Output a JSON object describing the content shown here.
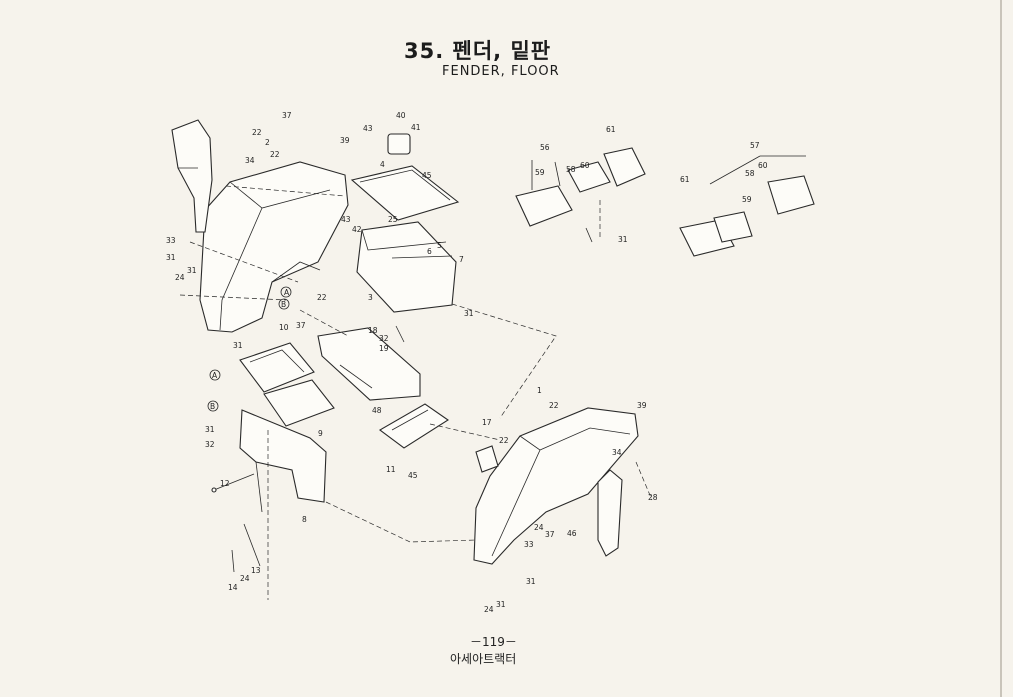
{
  "header": {
    "title_ko": "35. 펜더, 밑판",
    "title_en": "FENDER, FLOOR"
  },
  "footer": {
    "page_number": "－119－",
    "book_name": "아세아트랙터"
  },
  "callouts": [
    {
      "id": "c1",
      "text": "37"
    },
    {
      "id": "c2",
      "text": "22"
    },
    {
      "id": "c3",
      "text": "22"
    },
    {
      "id": "c4",
      "text": "2"
    },
    {
      "id": "c5",
      "text": "34"
    },
    {
      "id": "c6",
      "text": "39"
    },
    {
      "id": "c7",
      "text": "43"
    },
    {
      "id": "c8",
      "text": "40"
    },
    {
      "id": "c9",
      "text": "41"
    },
    {
      "id": "c10",
      "text": "45"
    },
    {
      "id": "c11",
      "text": "4"
    },
    {
      "id": "c12",
      "text": "43"
    },
    {
      "id": "c13",
      "text": "42"
    },
    {
      "id": "c14",
      "text": "25"
    },
    {
      "id": "c15",
      "text": "6"
    },
    {
      "id": "c16",
      "text": "5"
    },
    {
      "id": "c17",
      "text": "7"
    },
    {
      "id": "c18",
      "text": "33"
    },
    {
      "id": "c19",
      "text": "31"
    },
    {
      "id": "c20",
      "text": "24"
    },
    {
      "id": "c21",
      "text": "31"
    },
    {
      "id": "c22",
      "text": "A"
    },
    {
      "id": "c23",
      "text": "B"
    },
    {
      "id": "c24",
      "text": "22"
    },
    {
      "id": "c25",
      "text": "3"
    },
    {
      "id": "c26",
      "text": "31"
    },
    {
      "id": "c27",
      "text": "18"
    },
    {
      "id": "c28",
      "text": "32"
    },
    {
      "id": "c29",
      "text": "19"
    },
    {
      "id": "c30",
      "text": "10"
    },
    {
      "id": "c31",
      "text": "37"
    },
    {
      "id": "c32",
      "text": "31"
    },
    {
      "id": "c33",
      "text": "A"
    },
    {
      "id": "c34",
      "text": "B"
    },
    {
      "id": "c35",
      "text": "48"
    },
    {
      "id": "c36",
      "text": "9"
    },
    {
      "id": "c37",
      "text": "31"
    },
    {
      "id": "c38",
      "text": "32"
    },
    {
      "id": "c39",
      "text": "12"
    },
    {
      "id": "c40",
      "text": "8"
    },
    {
      "id": "c41",
      "text": "14"
    },
    {
      "id": "c42",
      "text": "24"
    },
    {
      "id": "c43",
      "text": "13"
    },
    {
      "id": "c44",
      "text": "11"
    },
    {
      "id": "c45",
      "text": "45"
    },
    {
      "id": "c46",
      "text": "17"
    },
    {
      "id": "c47",
      "text": "22"
    },
    {
      "id": "c48",
      "text": "1"
    },
    {
      "id": "c49",
      "text": "22"
    },
    {
      "id": "c50",
      "text": "39"
    },
    {
      "id": "c51",
      "text": "34"
    },
    {
      "id": "c52",
      "text": "28"
    },
    {
      "id": "c53",
      "text": "24"
    },
    {
      "id": "c54",
      "text": "37"
    },
    {
      "id": "c55",
      "text": "46"
    },
    {
      "id": "c56",
      "text": "33"
    },
    {
      "id": "c57",
      "text": "31"
    },
    {
      "id": "c58",
      "text": "24"
    },
    {
      "id": "c59",
      "text": "31"
    },
    {
      "id": "c60",
      "text": "56"
    },
    {
      "id": "c61",
      "text": "61"
    },
    {
      "id": "c62",
      "text": "59"
    },
    {
      "id": "c63",
      "text": "58"
    },
    {
      "id": "c64",
      "text": "60"
    },
    {
      "id": "c65",
      "text": "31"
    },
    {
      "id": "c66",
      "text": "57"
    },
    {
      "id": "c67",
      "text": "61"
    },
    {
      "id": "c68",
      "text": "58"
    },
    {
      "id": "c69",
      "text": "60"
    },
    {
      "id": "c70",
      "text": "59"
    }
  ]
}
